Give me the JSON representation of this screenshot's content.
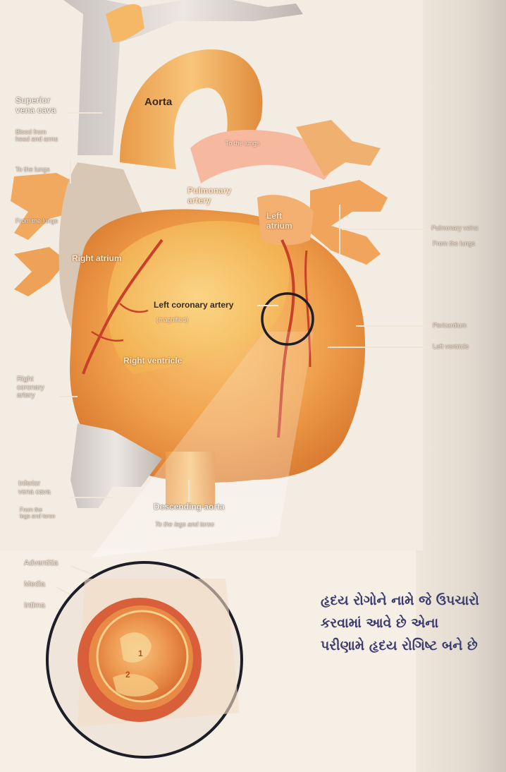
{
  "labels": {
    "superior_vena_cava": "Superior\nvena cava",
    "superior_vena_cava_sub": "Blood from\nhead and arms",
    "aorta": "Aorta",
    "to_lungs_top": "To the lungs",
    "to_lungs_left": "To the lungs",
    "from_lungs_left": "From the lungs",
    "pulmonary_artery": "Pulmonary\nartery",
    "left_atrium": "Left\natrium",
    "pulmonary_veins": "Pulmonary veins",
    "pulmonary_veins_sub": "From the lungs",
    "right_atrium": "Right atrium",
    "left_coronary_artery": "Left coronary artery",
    "left_coronary_artery_sub": "(magnified)",
    "pericardium": "Pericardium",
    "left_ventricle": "Left ventricle",
    "right_ventricle": "Right ventricle",
    "right_coronary_artery": "Right\ncoronary\nartery",
    "inferior_vena_cava": "Inferior\nvena cava",
    "inferior_vena_cava_sub": "From the\nlegs and torso",
    "descending_aorta": "Descending aorta",
    "descending_aorta_sub": "To the legs and torso",
    "adventitia": "Adventitia",
    "media": "Media",
    "intima": "Intima",
    "marker_1": "1",
    "marker_2": "2"
  },
  "gujarati_text": [
    "હૃદય રોગોને નામે જે ઉપચારો",
    "કરવામાં આવે છે એના",
    "પરીણામે હૃદય રોગિષ્ટ બને છે"
  ],
  "colors": {
    "heart": "#f0a24a",
    "vessel": "#f2b45c",
    "vein": "#d9d2cc",
    "artery_red": "#c8402a",
    "circle": "#1e1e28"
  }
}
